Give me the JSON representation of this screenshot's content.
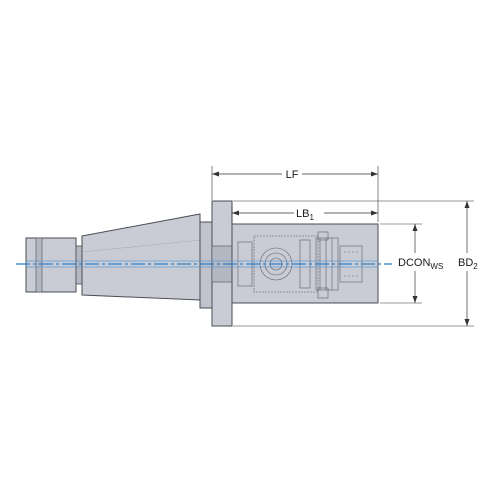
{
  "dimensions": {
    "lf": {
      "label": "LF"
    },
    "lb1": {
      "base": "LB",
      "sub": "1"
    },
    "dcon": {
      "base": "DCON",
      "sub": "WS"
    },
    "bd2": {
      "base": "BD",
      "sub": "2"
    }
  },
  "colors": {
    "body_fill": "#c9ccd4",
    "body_fill_dark": "#b4b8c2",
    "outline": "#4a4d55",
    "centerline": "#2f7fc8",
    "dimension": "#333333"
  }
}
